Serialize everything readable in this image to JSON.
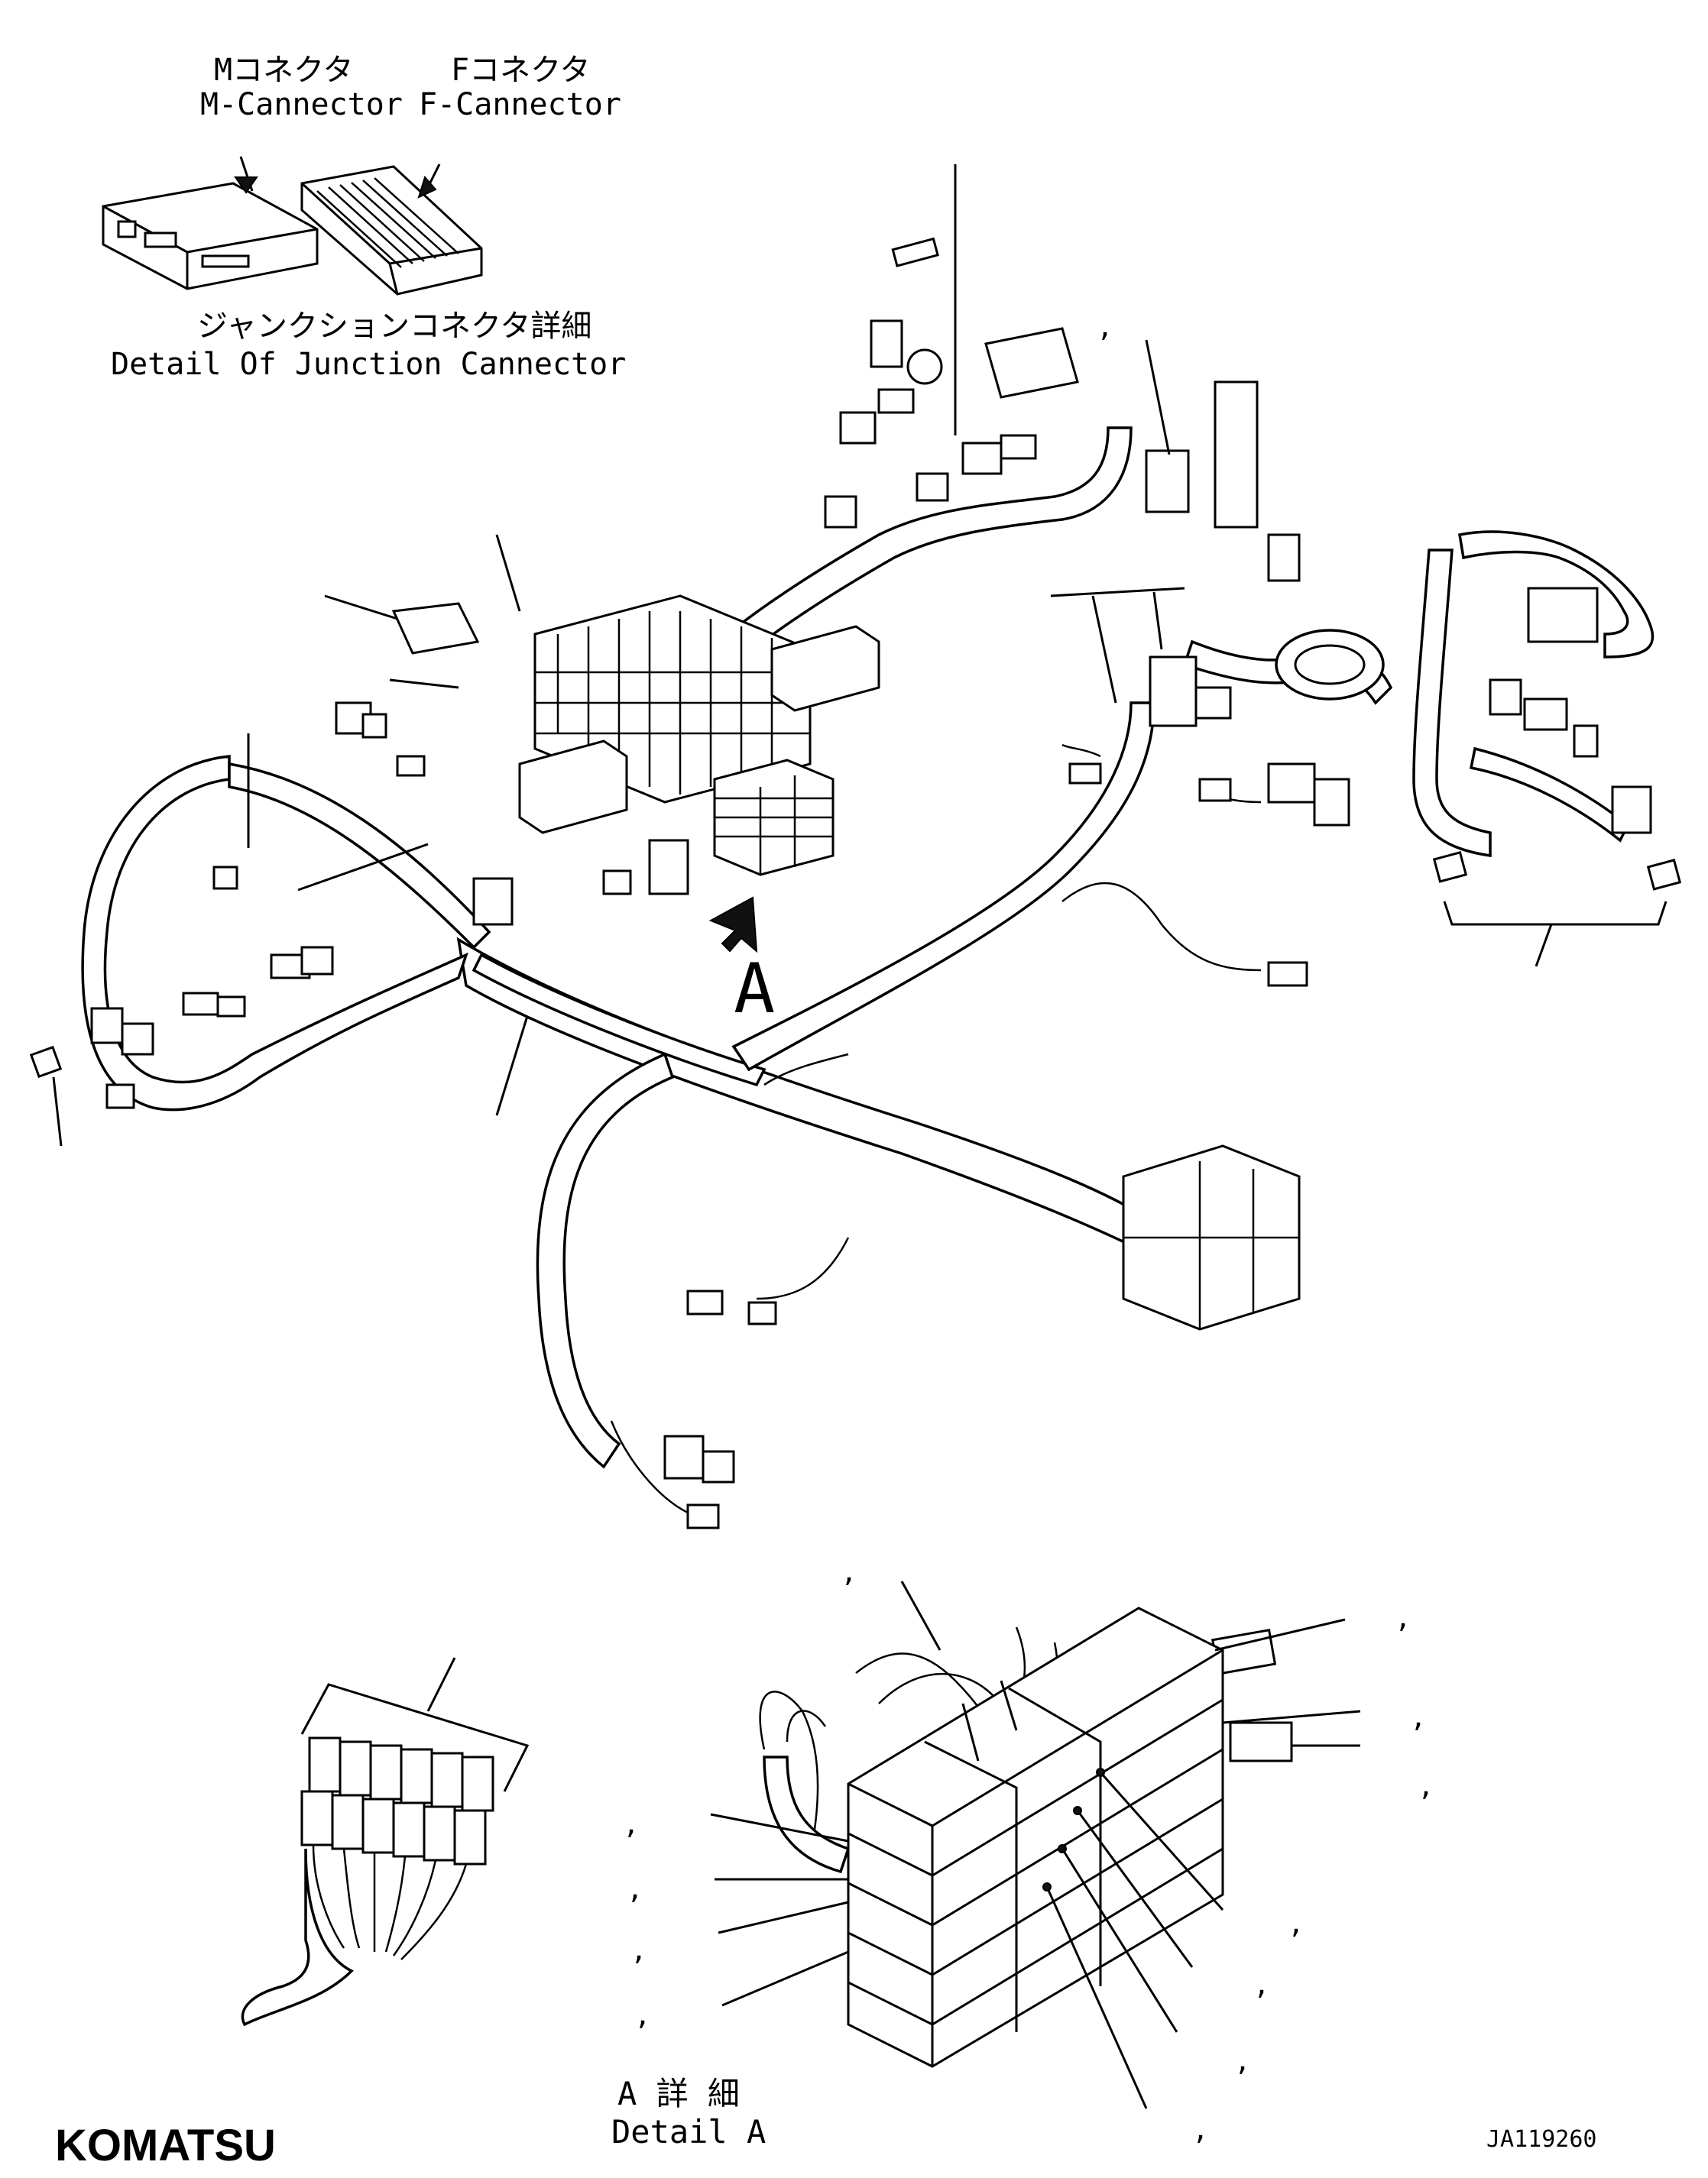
{
  "header": {
    "m_connector_jp": "Mコネクタ",
    "m_connector_en": "M-Cannector",
    "f_connector_jp": "Fコネクタ",
    "f_connector_en": "F-Cannector",
    "junction_detail_jp": "ジャンクションコネクタ詳細",
    "junction_detail_en": "Detail Of Junction Cannector"
  },
  "view_marker": "A",
  "detail_a": {
    "jp": "A 詳 細",
    "en": "Detail A"
  },
  "footer": {
    "logo": "KOMATSU",
    "drawing_code": "JA119260"
  },
  "callout_mark": ","
}
